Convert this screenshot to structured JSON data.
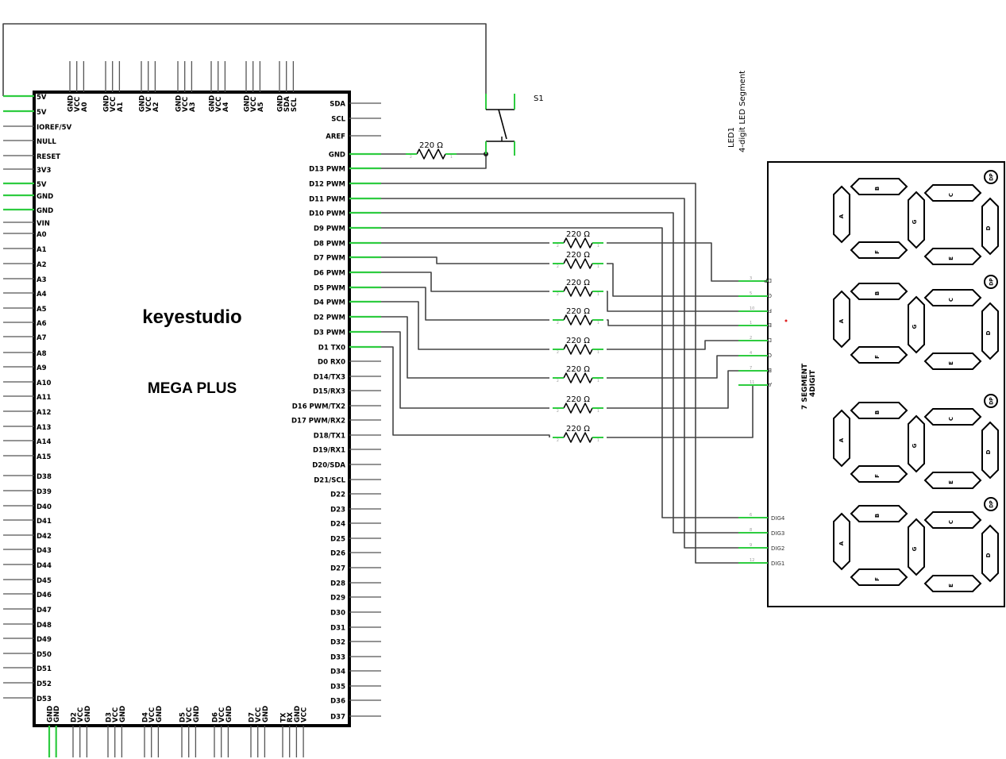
{
  "board": {
    "brand": "keyestudio",
    "model": "MEGA PLUS",
    "left_pins": [
      "5V",
      "5V",
      "IOREF/5V",
      "NULL",
      "RESET",
      "3V3",
      "5V",
      "GND",
      "GND",
      "VIN",
      "A0",
      "A1",
      "A2",
      "A3",
      "A4",
      "A5",
      "A6",
      "A7",
      "A8",
      "A9",
      "A10",
      "A11",
      "A12",
      "A13",
      "A14",
      "A15",
      "D38",
      "D39",
      "D40",
      "D41",
      "D42",
      "D43",
      "D44",
      "D45",
      "D46",
      "D47",
      "D48",
      "D49",
      "D50",
      "D51",
      "D52",
      "D53"
    ],
    "right_pins": [
      "SDA",
      "SCL",
      "AREF",
      "GND",
      "D13 PWM",
      "D12 PWM",
      "D11 PWM",
      "D10 PWM",
      "D9 PWM",
      "D8 PWM",
      "D7 PWM",
      "D6 PWM",
      "D5 PWM",
      "D4 PWM",
      "D2 PWM",
      "D3 PWM",
      "D1 TX0",
      "D0 RX0",
      "D14/TX3",
      "D15/RX3",
      "D16 PWM/TX2",
      "D17 PWM/RX2",
      "D18/TX1",
      "D19/RX1",
      "D20/SDA",
      "D21/SCL",
      "D22",
      "D23",
      "D24",
      "D25",
      "D26",
      "D27",
      "D28",
      "D29",
      "D30",
      "D31",
      "D32",
      "D33",
      "D34",
      "D35",
      "D36",
      "D37"
    ],
    "top_groups": [
      [
        "GND",
        "VCC",
        "A0"
      ],
      [
        "GND",
        "VCC",
        "A1"
      ],
      [
        "GND",
        "VCC",
        "A2"
      ],
      [
        "GND",
        "VCC",
        "A3"
      ],
      [
        "GND",
        "VCC",
        "A4"
      ],
      [
        "GND",
        "VCC",
        "A5"
      ],
      [
        "GND",
        "SDA",
        "SCL"
      ]
    ],
    "bottom_groups": [
      [
        "GND",
        "GND"
      ],
      [
        "D2",
        "VCC",
        "GND"
      ],
      [
        "D3",
        "VCC",
        "GND"
      ],
      [
        "D4",
        "VCC",
        "GND"
      ],
      [
        "D5",
        "VCC",
        "GND"
      ],
      [
        "D6",
        "VCC",
        "GND"
      ],
      [
        "D7",
        "VCC",
        "GND"
      ],
      [
        "TX",
        "RX",
        "GND",
        "VCC"
      ]
    ]
  },
  "switch": {
    "label": "S1"
  },
  "resistor_label": "220 Ω",
  "display": {
    "title": "LED1",
    "subtitle": "4-digit LED Segment",
    "side_label_1": "7 SEGMENT",
    "side_label_2": "4DIGIT",
    "segment_pins": [
      "DP",
      "G",
      "F",
      "E",
      "D",
      "C",
      "B",
      "A"
    ],
    "segment_pin_nums": [
      "3",
      "5",
      "10",
      "1",
      "2",
      "4",
      "7",
      "11"
    ],
    "digit_pins": [
      "DIG4",
      "DIG3",
      "DIG2",
      "DIG1"
    ],
    "digit_pin_nums": [
      "6",
      "8",
      "9",
      "12"
    ],
    "segment_letters": [
      "A",
      "B",
      "C",
      "D",
      "E",
      "F",
      "G",
      "DP"
    ]
  },
  "colors": {
    "wire": "#444444",
    "pin_active": "#2ecc40",
    "pin": "#555555",
    "outline": "#000000",
    "marker": "#e02020"
  }
}
